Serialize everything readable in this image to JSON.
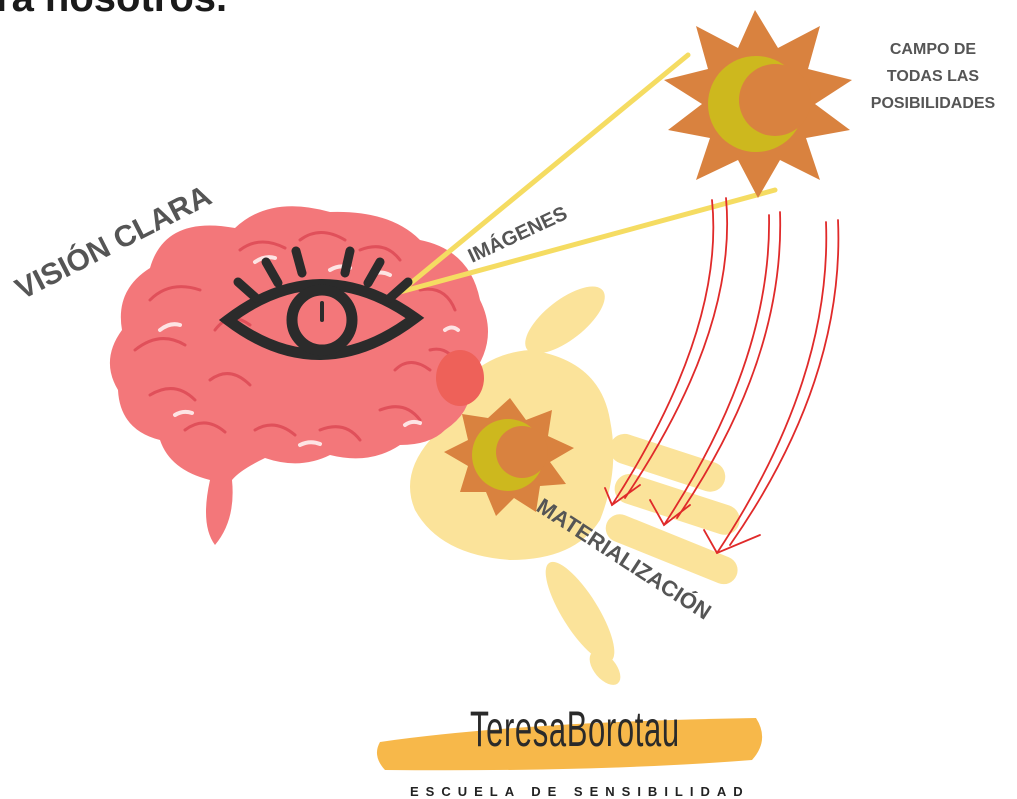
{
  "header": {
    "partial_title": "ra nosotros."
  },
  "labels": {
    "vision_clara": "VISIÓN CLARA",
    "imagenes": "IMÁGENES",
    "materializacion": "MATERIALIZACIÓN",
    "campo": [
      "CAMPO DE",
      "TODAS LAS",
      "POSIBILIDADES"
    ]
  },
  "logo": {
    "name": "TeresaBorotau",
    "subtitle": "ESCUELA DE SENSIBILIDAD"
  },
  "colors": {
    "brain": "#f3777a",
    "brain_dark": "#e0505a",
    "star": "#d9823f",
    "moon": "#cdb81e",
    "hand": "#fbe39a",
    "ray": "#f5dc62",
    "arrow": "#e02a2a",
    "eye": "#2b2b2b",
    "logo_stroke": "#f7b84a"
  },
  "icons": [
    "brain-icon",
    "eye-icon",
    "sun-moon-icon",
    "hand-icon",
    "arrow-icon"
  ]
}
